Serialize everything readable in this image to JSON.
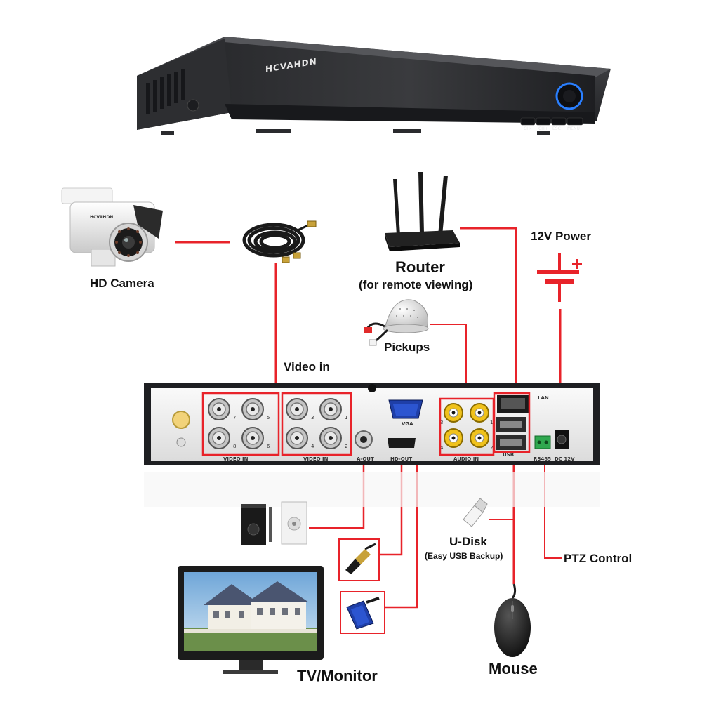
{
  "labels": {
    "hd_camera": "HD Camera",
    "router": "Router",
    "router_sub": "(for remote viewing)",
    "power": "12V Power",
    "pickups": "Pickups",
    "video_in": "Video in",
    "u_disk": "U-Disk",
    "u_disk_sub": "(Easy USB Backup)",
    "ptz": "PTZ Control",
    "mouse": "Mouse",
    "tv_monitor": "TV/Monitor"
  },
  "dvr": {
    "brand": "HCVAHDN",
    "buttons": [
      "CH-",
      "CH+",
      "ESC",
      "MENU"
    ]
  },
  "camera": {
    "brand": "HCVAHDN"
  },
  "back_panel": {
    "video_in_left": "VIDEO IN",
    "video_in_right": "VIDEO IN",
    "a_out": "A-OUT",
    "hd_out": "HD-OUT",
    "vga": "VGA",
    "audio_in": "AUDIO IN",
    "lan": "LAN",
    "usb": "USB",
    "rs485": "RS485",
    "dc12v": "DC 12V",
    "bnc_numbers": [
      "7",
      "5",
      "8",
      "6",
      "3",
      "1",
      "4",
      "2"
    ],
    "audio_numbers": [
      "3",
      "1",
      "4",
      "2"
    ]
  },
  "colors": {
    "connector_line": "#e8232a",
    "dvr_body": "#2b2c2f",
    "panel": "#f3f3f3"
  }
}
